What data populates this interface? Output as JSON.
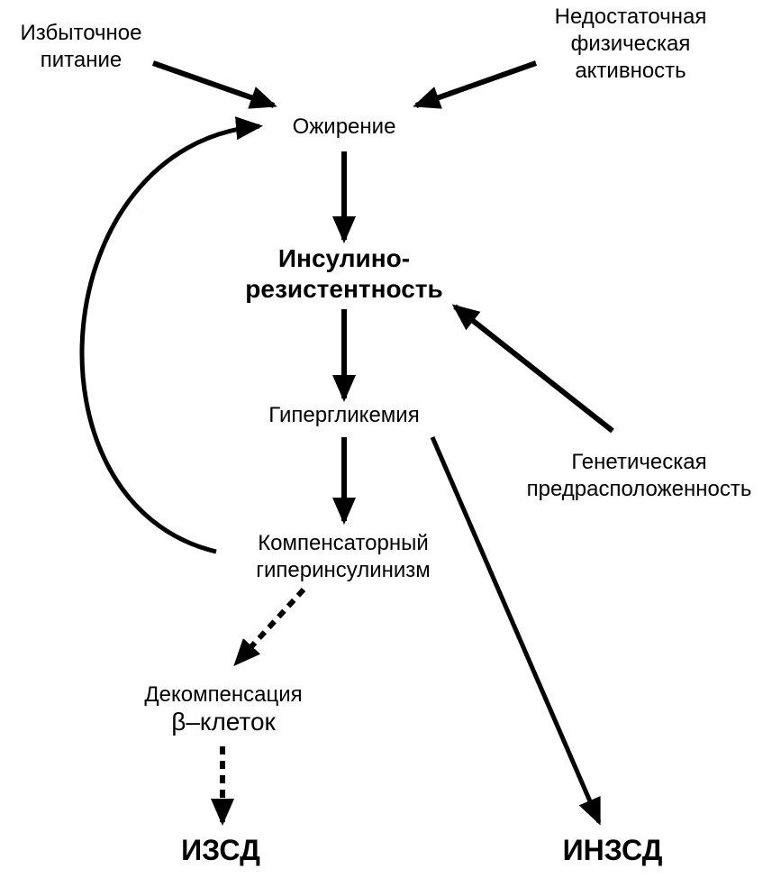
{
  "nodes": {
    "overeating": {
      "lines": [
        "Избыточное",
        "питание"
      ]
    },
    "low_activity": {
      "lines": [
        "Недостаточная",
        "физическая",
        "активность"
      ]
    },
    "obesity": {
      "lines": [
        "Ожирение"
      ]
    },
    "insulin_resistance": {
      "lines": [
        "Инсулино-",
        "резистентность"
      ]
    },
    "hyperglycemia": {
      "lines": [
        "Гипергликемия"
      ]
    },
    "genetic": {
      "lines": [
        "Генетическая",
        "предрасположенность"
      ]
    },
    "hyperinsulinism": {
      "lines": [
        "Компенсаторный",
        "гиперинсулинизм"
      ]
    },
    "decompensation": {
      "lines": [
        "Декомпенсация",
        "β–клеток"
      ]
    },
    "iddm": {
      "lines": [
        "ИЗСД"
      ]
    },
    "niddm": {
      "lines": [
        "ИНЗСД"
      ]
    }
  },
  "colors": {
    "line": "#000000",
    "background": "#ffffff"
  }
}
